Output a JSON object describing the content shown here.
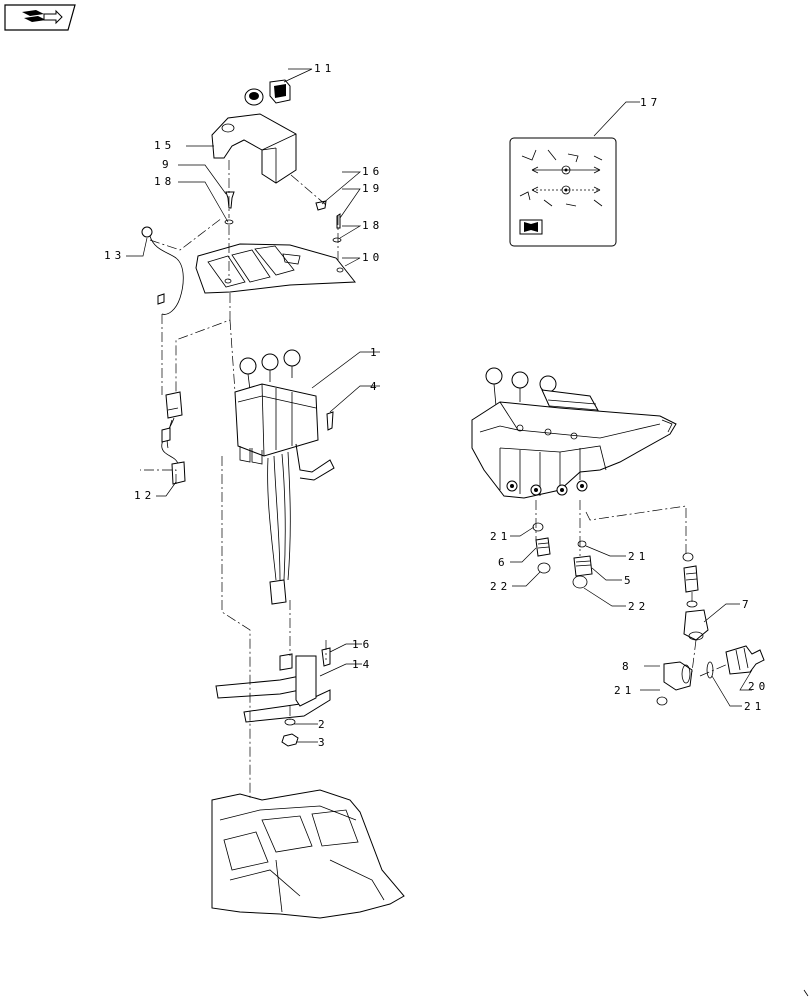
{
  "diagram": {
    "callouts": [
      {
        "id": "c11",
        "text": "11"
      },
      {
        "id": "c15",
        "text": "15"
      },
      {
        "id": "c9",
        "text": "9"
      },
      {
        "id": "c18a",
        "text": "18"
      },
      {
        "id": "c16a",
        "text": "16"
      },
      {
        "id": "c19",
        "text": "19"
      },
      {
        "id": "c18b",
        "text": "18"
      },
      {
        "id": "c13",
        "text": "13"
      },
      {
        "id": "c10",
        "text": "10"
      },
      {
        "id": "c1",
        "text": "1"
      },
      {
        "id": "c4",
        "text": "4"
      },
      {
        "id": "c12",
        "text": "12"
      },
      {
        "id": "c16b",
        "text": "16"
      },
      {
        "id": "c14",
        "text": "14"
      },
      {
        "id": "c2",
        "text": "2"
      },
      {
        "id": "c3",
        "text": "3"
      },
      {
        "id": "c17",
        "text": "17"
      },
      {
        "id": "c21a",
        "text": "21"
      },
      {
        "id": "c6",
        "text": "6"
      },
      {
        "id": "c22a",
        "text": "22"
      },
      {
        "id": "c21b",
        "text": "21"
      },
      {
        "id": "c5",
        "text": "5"
      },
      {
        "id": "c22b",
        "text": "22"
      },
      {
        "id": "c7",
        "text": "7"
      },
      {
        "id": "c8",
        "text": "8"
      },
      {
        "id": "c20",
        "text": "20"
      },
      {
        "id": "c21c",
        "text": "21"
      },
      {
        "id": "c21d",
        "text": "21"
      }
    ]
  }
}
